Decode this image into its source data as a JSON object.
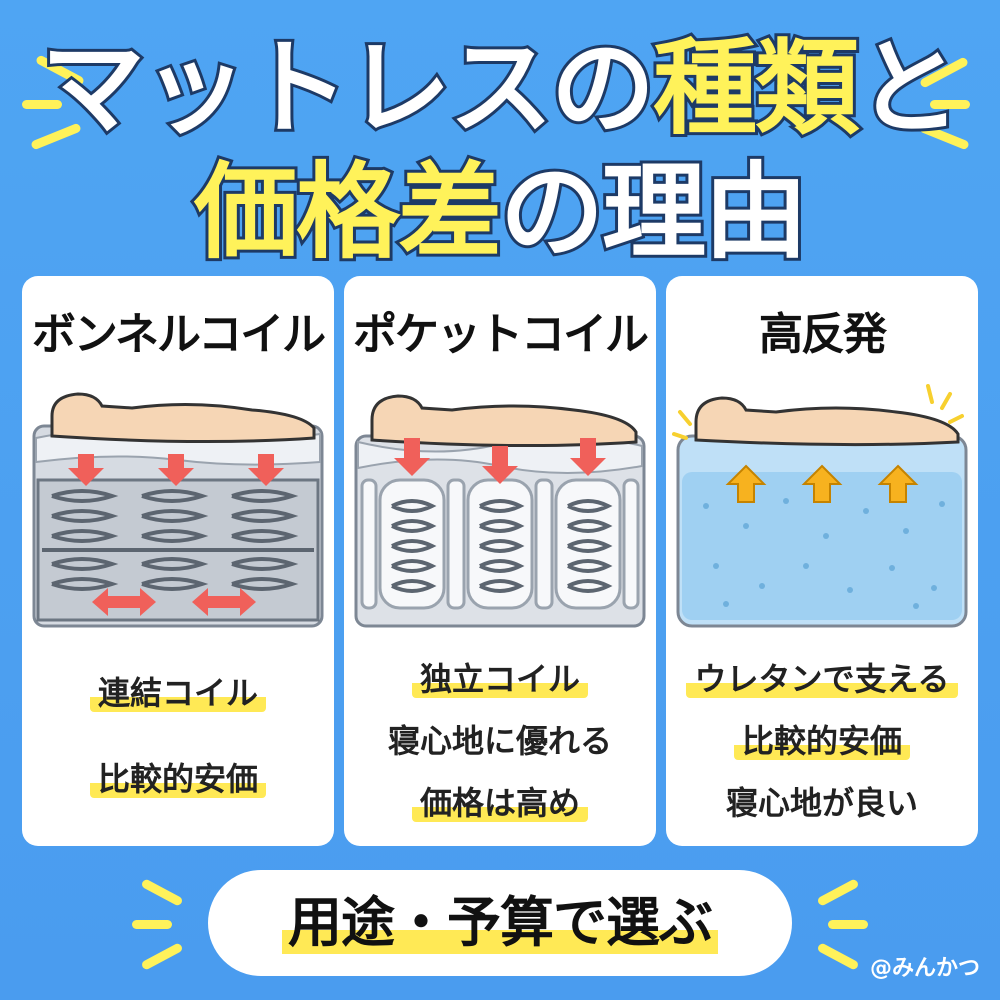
{
  "title": {
    "line1_a": "マットレスの",
    "line1_b": "種類",
    "line1_c": "と",
    "line2_a": "価格差",
    "line2_b": "の理由"
  },
  "cards": [
    {
      "name": "ボンネルコイル",
      "labels": [
        "連結コイル",
        "比較的安価"
      ]
    },
    {
      "name": "ポケットコイル",
      "labels": [
        "独立コイル",
        "寝心地に優れる",
        "価格は高め"
      ]
    },
    {
      "name": "高反発",
      "labels": [
        "ウレタンで支える",
        "比較的安価",
        "寝心地が良い"
      ]
    }
  ],
  "footer": {
    "text": "用途・予算で選ぶ"
  },
  "credit": "@みんかつ",
  "colors": {
    "background": "#4aa0f0",
    "accent_yellow": "#fff25a",
    "arrow_red": "#f0605a",
    "arrow_orange": "#f7b21f"
  }
}
